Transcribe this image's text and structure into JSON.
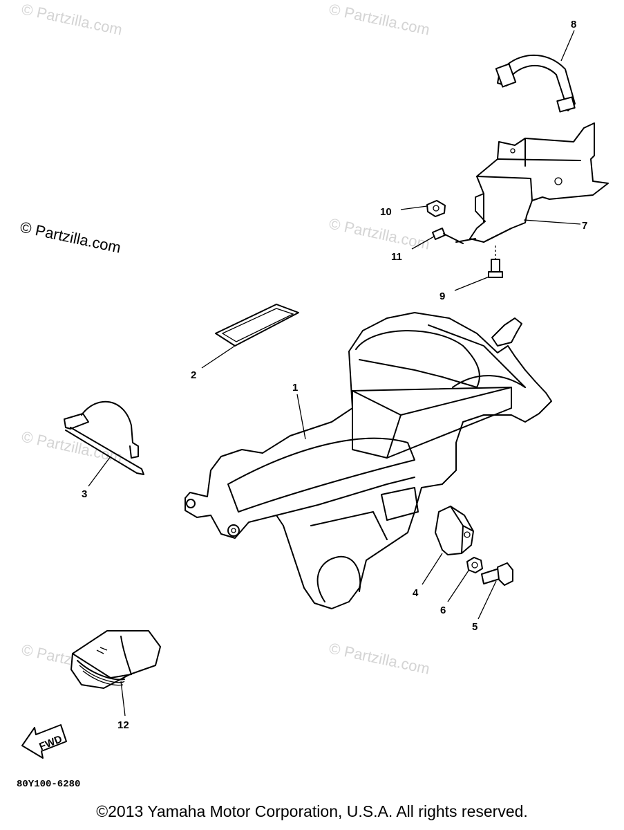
{
  "watermark": "© Partzilla.com",
  "callouts": [
    "1",
    "2",
    "3",
    "4",
    "5",
    "6",
    "7",
    "8",
    "9",
    "10",
    "11",
    "12"
  ],
  "fwd_label": "FWD",
  "diagram_code": "80Y100-6280",
  "copyright": "©2013 Yamaha Motor Corporation, U.S.A. All rights reserved.",
  "icons": [
    "fwd-arrow-icon"
  ]
}
